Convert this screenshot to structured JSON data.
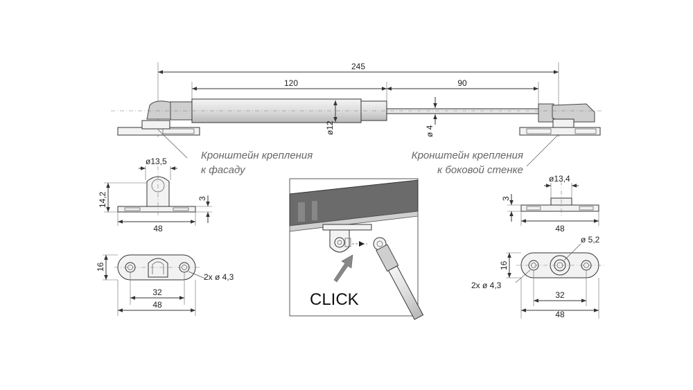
{
  "overall_length": "245",
  "body_length": "120",
  "rod_length": "90",
  "body_diameter": "ø12",
  "rod_diameter": "ø 4",
  "left_bracket": {
    "caption_line1": "Кронштейн крепления",
    "caption_line2": "к фасаду",
    "pivot_diameter": "ø13,5",
    "height": "14,2",
    "base_thickness": "3",
    "base_width": "48",
    "plate_height": "16",
    "hole_spacing": "32",
    "plate_width": "48",
    "holes": "2x ø 4,3"
  },
  "right_bracket": {
    "caption_line1": "Кронштейн крепления",
    "caption_line2": "к боковой стенке",
    "pivot_diameter": "ø13,4",
    "base_thickness": "3",
    "base_width": "48",
    "center_hole": "ø 5,2",
    "plate_height": "16",
    "holes": "2x ø 4,3",
    "hole_spacing": "32",
    "plate_width": "48"
  },
  "detail": {
    "action_label": "CLICK"
  },
  "colors": {
    "line": "#333333",
    "caption": "#666666",
    "cabinet_top": "#6b6b6b"
  }
}
